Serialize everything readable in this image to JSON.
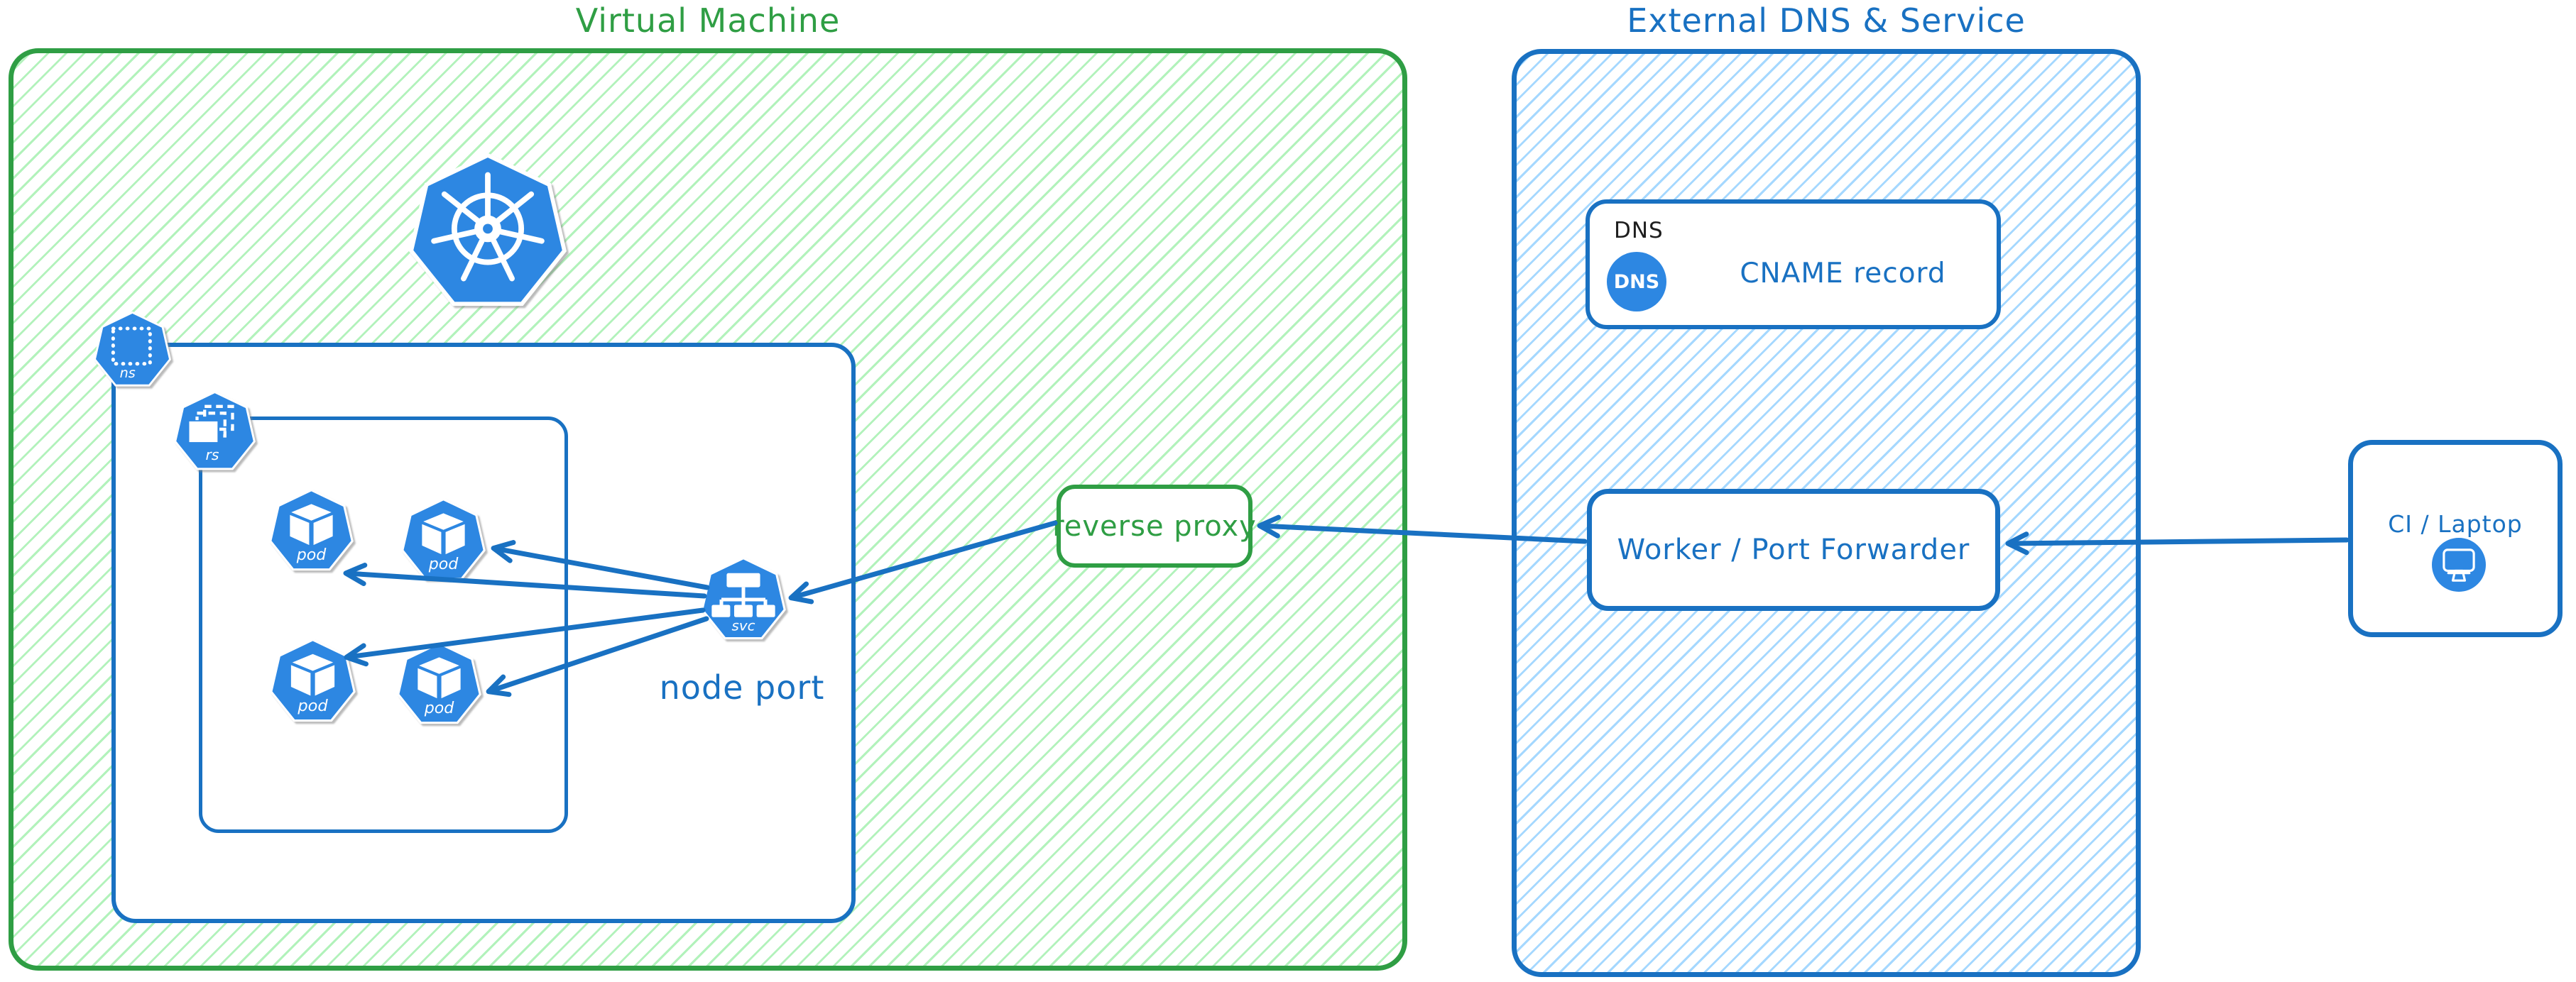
{
  "vm_group": {
    "title": "Virtual Machine",
    "namespace_badge": "ns",
    "replicaset_badge": "rs",
    "pod_badge": "pod",
    "service_badge": "svc",
    "node_port_label": "node port",
    "reverse_proxy_label": "reverse proxy"
  },
  "external_group": {
    "title": "External DNS & Service",
    "dns_card": {
      "heading": "DNS",
      "badge": "DNS",
      "label": "CNAME record"
    },
    "worker_label": "Worker / Port Forwarder"
  },
  "ci_card": {
    "label": "CI / Laptop"
  },
  "icons": {
    "kubernetes": "kubernetes-logo-icon",
    "namespace": "namespace-icon",
    "replicaset": "replicaset-icon",
    "pod": "pod-icon",
    "service": "service-icon",
    "dns": "dns-badge-icon",
    "monitor": "monitor-icon"
  },
  "colors": {
    "green_stroke": "#2f9e44",
    "green_hatch": "#b2f2bb",
    "blue_stroke": "#1971c2",
    "blue_hatch": "#a5d8ff",
    "icon_blue": "#2d87e2",
    "text_black": "#1e1e1e"
  }
}
